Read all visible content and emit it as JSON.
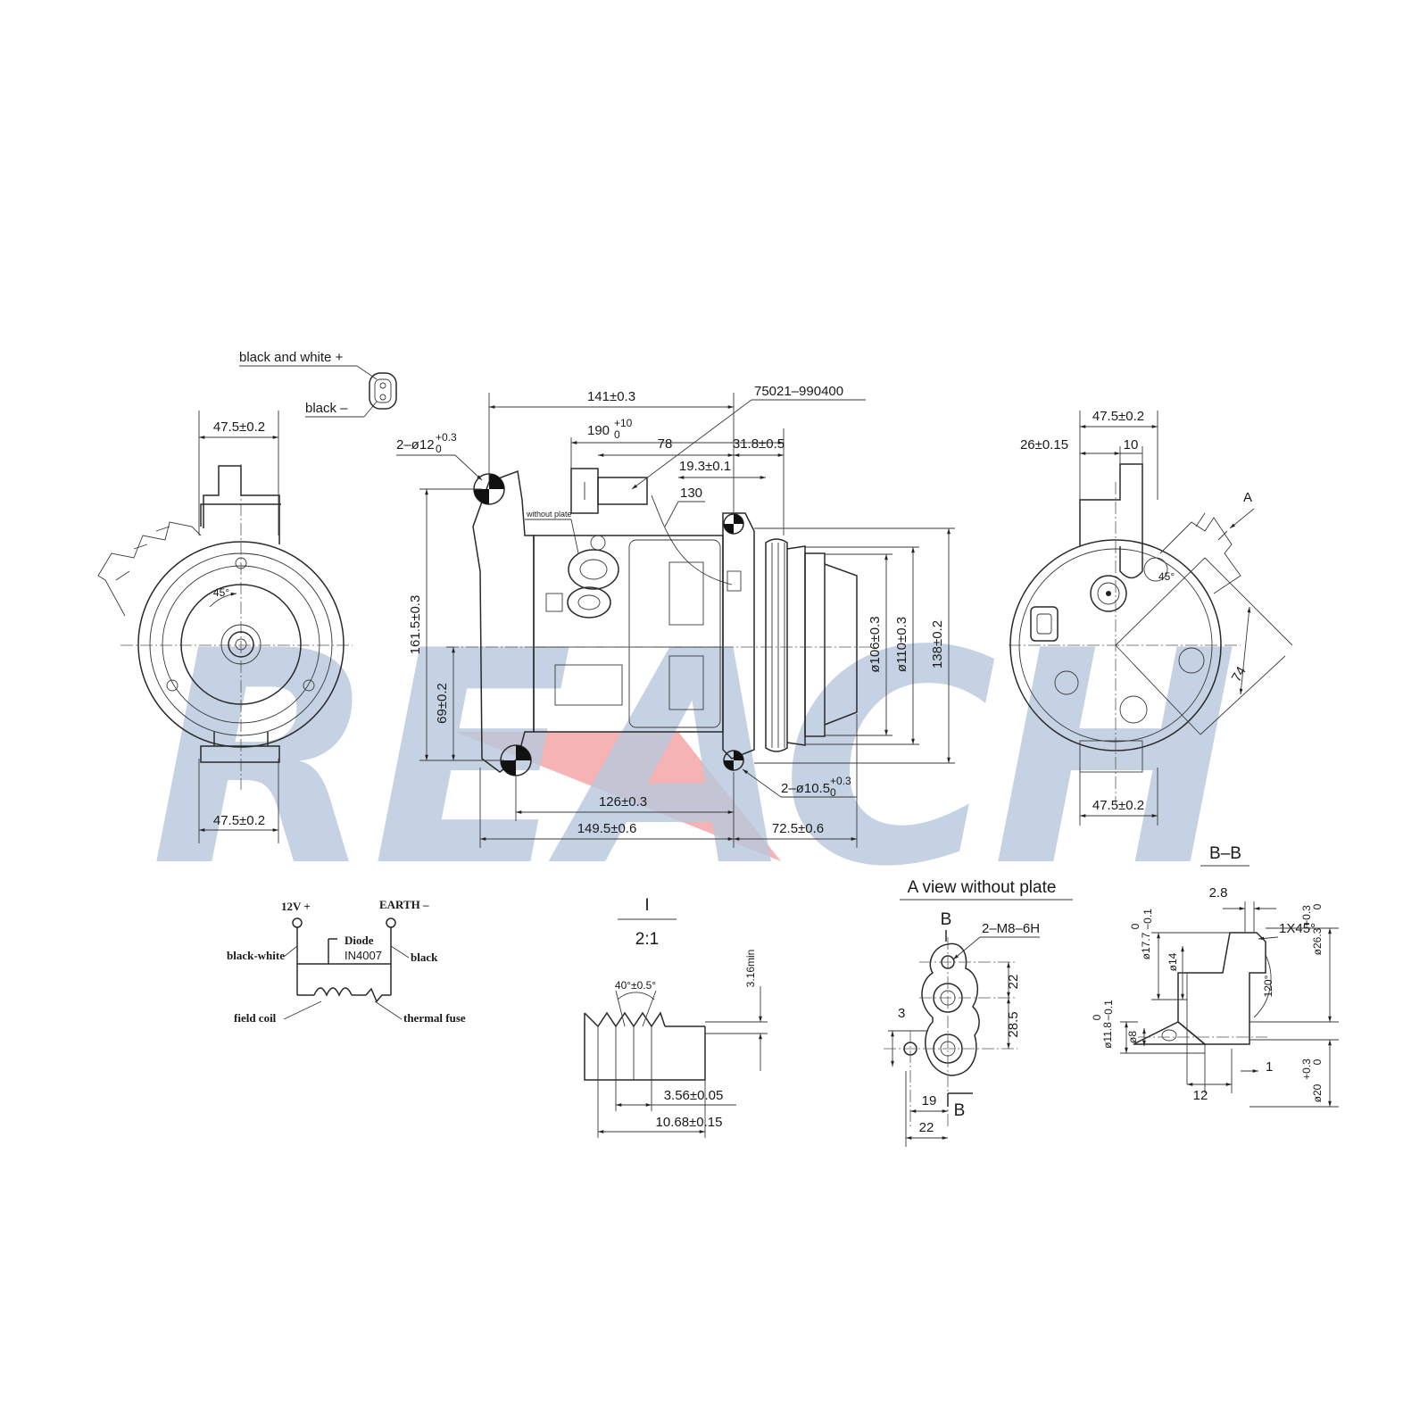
{
  "watermark": {
    "text": "REACH",
    "color": "#b9c9dd",
    "accent": "#f29a9a"
  },
  "connector": {
    "plus_label": "black and white  +",
    "minus_label": "black  –"
  },
  "front_view": {
    "top_dim": "47.5±0.2",
    "bottom_dim": "47.5±0.2",
    "angle": "45°"
  },
  "side_view": {
    "part_number": "75021–990400",
    "dims": {
      "d141": "141±0.3",
      "d190_base": "190",
      "d190_tol_up": "+10",
      "d190_tol_low": "0",
      "d78": "78",
      "d31_8": "31.8±0.5",
      "d19_3": "19.3±0.1",
      "d130": "130",
      "hole_top_base": "2–ø12",
      "hole_top_tol_up": "+0.3",
      "hole_top_tol_low": "0",
      "without_plate": "without plate",
      "d161_5": "161.5±0.3",
      "d69": "69±0.2",
      "d106": "ø106±0.3",
      "d110": "ø110±0.3",
      "d138": "138±0.2",
      "hole_bot_base": "2–ø10.5",
      "hole_bot_tol_up": "+0.3",
      "hole_bot_tol_low": "0",
      "d126": "126±0.3",
      "d149_5": "149.5±0.6",
      "d72_5": "72.5±0.6"
    }
  },
  "rear_view": {
    "d47_top": "47.5±0.2",
    "d26": "26±0.15",
    "d10": "10",
    "label_a": "A",
    "angle": "45°",
    "d74": "74",
    "d47_bot": "47.5±0.2"
  },
  "circuit": {
    "v12": "12V +",
    "earth": "EARTH –",
    "diode": "Diode",
    "diode_model": "IN4007",
    "black_white": "black-white",
    "black": "black",
    "field_coil": "field coil",
    "thermal_fuse": "thermal fuse"
  },
  "detail_i": {
    "label": "I",
    "scale": "2:1",
    "angle": "40°±0.5°",
    "d3_16": "3.16min",
    "d3_56": "3.56±0.05",
    "d10_68": "10.68±0.15"
  },
  "view_a": {
    "title": "A view without plate",
    "label_b": "B",
    "thread": "2–M8–6H",
    "d22v": "22",
    "d28_5": "28.5",
    "d3": "3",
    "d19": "19",
    "d22h": "22"
  },
  "section_bb": {
    "title": "B–B",
    "d2_8": "2.8",
    "chamfer": "1X45°",
    "d17_7": "ø17.7",
    "d17_7_tol_up": "0",
    "d17_7_tol_low": "−0.1",
    "d14": "ø14",
    "d26_3": "ø26.3",
    "d26_3_tol_up": "+0.3",
    "d26_3_tol_low": "0",
    "d120": "120°",
    "d11_8": "ø11.8",
    "d11_8_tol_up": "0",
    "d11_8_tol_low": "−0.1",
    "d8": "ø8",
    "d12": "12",
    "d1": "1",
    "d20": "ø20",
    "d20_tol_up": "+0.3",
    "d20_tol_low": "0"
  }
}
